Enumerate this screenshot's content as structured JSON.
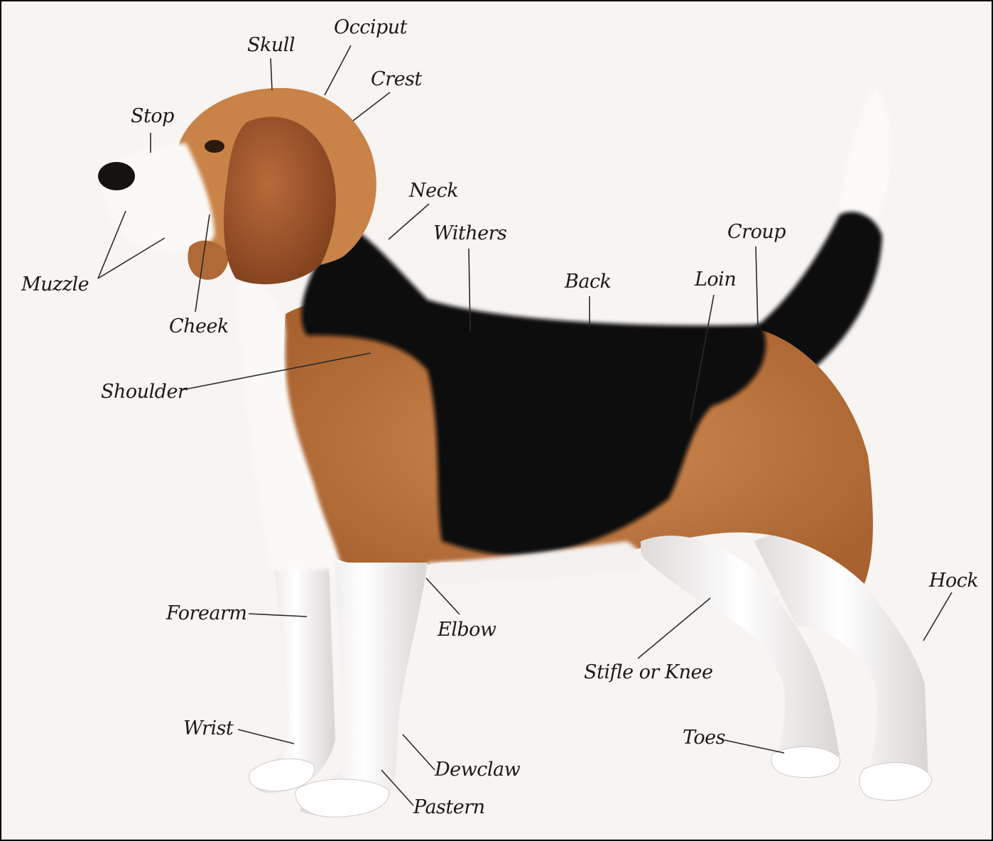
{
  "colors": {
    "background": "#f7f4f2",
    "tan": "#c47a45",
    "black": "#0b0908",
    "white": "#fbf9f7",
    "label": "#1a1a1a"
  },
  "labels": {
    "skull": "Skull",
    "occiput": "Occiput",
    "crest": "Crest",
    "stop": "Stop",
    "neck": "Neck",
    "withers": "Withers",
    "croup": "Croup",
    "back": "Back",
    "loin": "Loin",
    "muzzle": "Muzzle",
    "cheek": "Cheek",
    "shoulder": "Shoulder",
    "forearm": "Forearm",
    "elbow": "Elbow",
    "hock": "Hock",
    "stifle": "Stifle or Knee",
    "wrist": "Wrist",
    "toes": "Toes",
    "dewclaw": "Dewclaw",
    "pastern": "Pastern"
  }
}
